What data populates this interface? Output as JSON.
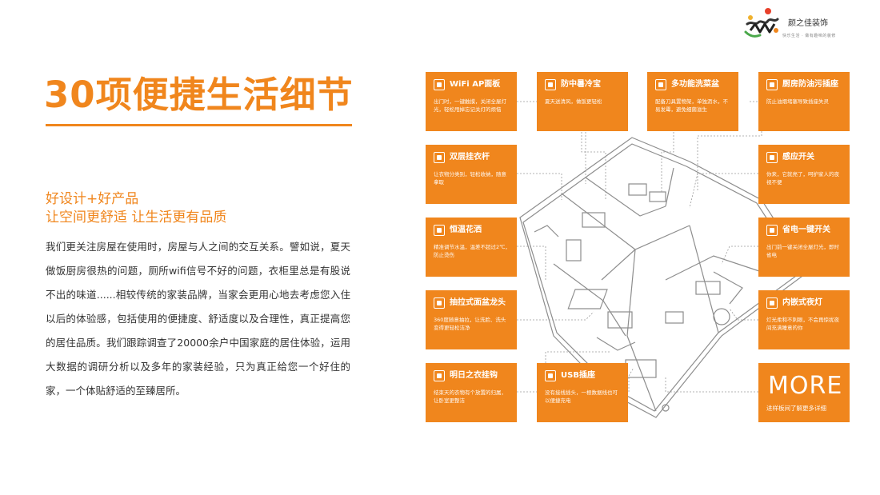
{
  "logo": {
    "brand_name": "颜之佳装饰",
    "slogan": "快乐生活 · 做有趣味的装修"
  },
  "title": "30项便捷生活细节",
  "subtitle_line1": "好设计+好产品",
  "subtitle_line2": "让空间更舒适 让生活更有品质",
  "body_text": "我们更关注房屋在使用时，房屋与人之间的交互关系。譬如说，夏天做饭厨房很热的问题，厕所wifi信号不好的问题，衣柜里总是有股说不出的味道......相较传统的家装品牌，当家会更用心地去考虑您入住以后的体验感，包括使用的便捷度、舒适度以及合理性，真正提高您的居住品质。我们跟踪调查了20000余户中国家庭的居住体验，运用大数据的调研分析以及多年的家装经验，只为真正给您一个好住的家，一个体贴舒适的至臻居所。",
  "cards": [
    {
      "title": "WiFi AP面板",
      "desc": "出门时，一键触摸，关闭全屋灯光，轻松甩掉忘记关灯的烦恼",
      "icon": "wifi-panel-icon"
    },
    {
      "title": "防中暑冷宝",
      "desc": "夏天送清风，做饭更轻松",
      "icon": "cooler-icon"
    },
    {
      "title": "多功能洗菜盆",
      "desc": "配备刀具置物架，单独沥水，不易发霉，避免细菌滋生",
      "icon": "sink-icon"
    },
    {
      "title": "厨房防油污插座",
      "desc": "防止油烟堵塞导致插座失灵",
      "icon": "socket-icon"
    },
    {
      "title": "双层挂衣杆",
      "desc": "让衣物分类别，轻松收纳，随意拿取",
      "icon": "hanger-icon"
    },
    {
      "title": "感应开关",
      "desc": "你来，它就亮了，呵护家人的夜视不便",
      "icon": "sensor-switch-icon"
    },
    {
      "title": "恒温花洒",
      "desc": "精准调节水温，温差不超过2℃，防止烫伤",
      "icon": "shower-icon"
    },
    {
      "title": "省电一键开关",
      "desc": "出门前一键关闭全屋灯光，即时省电",
      "icon": "power-switch-icon"
    },
    {
      "title": "抽拉式面盆龙头",
      "desc": "360度随意抽拉，让洗脸、洗头变得更轻松洁净",
      "icon": "faucet-icon"
    },
    {
      "title": "内嵌式夜灯",
      "desc": "灯光柔和不刺眼，不会再惊扰夜间充满睡意的你",
      "icon": "night-light-icon"
    },
    {
      "title": "明日之衣挂钩",
      "desc": "结束天的衣物有个放置的归属，让卧室更整洁",
      "icon": "hook-icon"
    },
    {
      "title": "USB插座",
      "desc": "没有接线插头，一根数据线也可以便捷充电",
      "icon": "usb-icon"
    }
  ],
  "more": {
    "title": "MORE",
    "desc": "进样板间了解更多详细"
  },
  "colors": {
    "accent": "#f0861d",
    "text": "#333333",
    "line": "#9a9a9a"
  }
}
